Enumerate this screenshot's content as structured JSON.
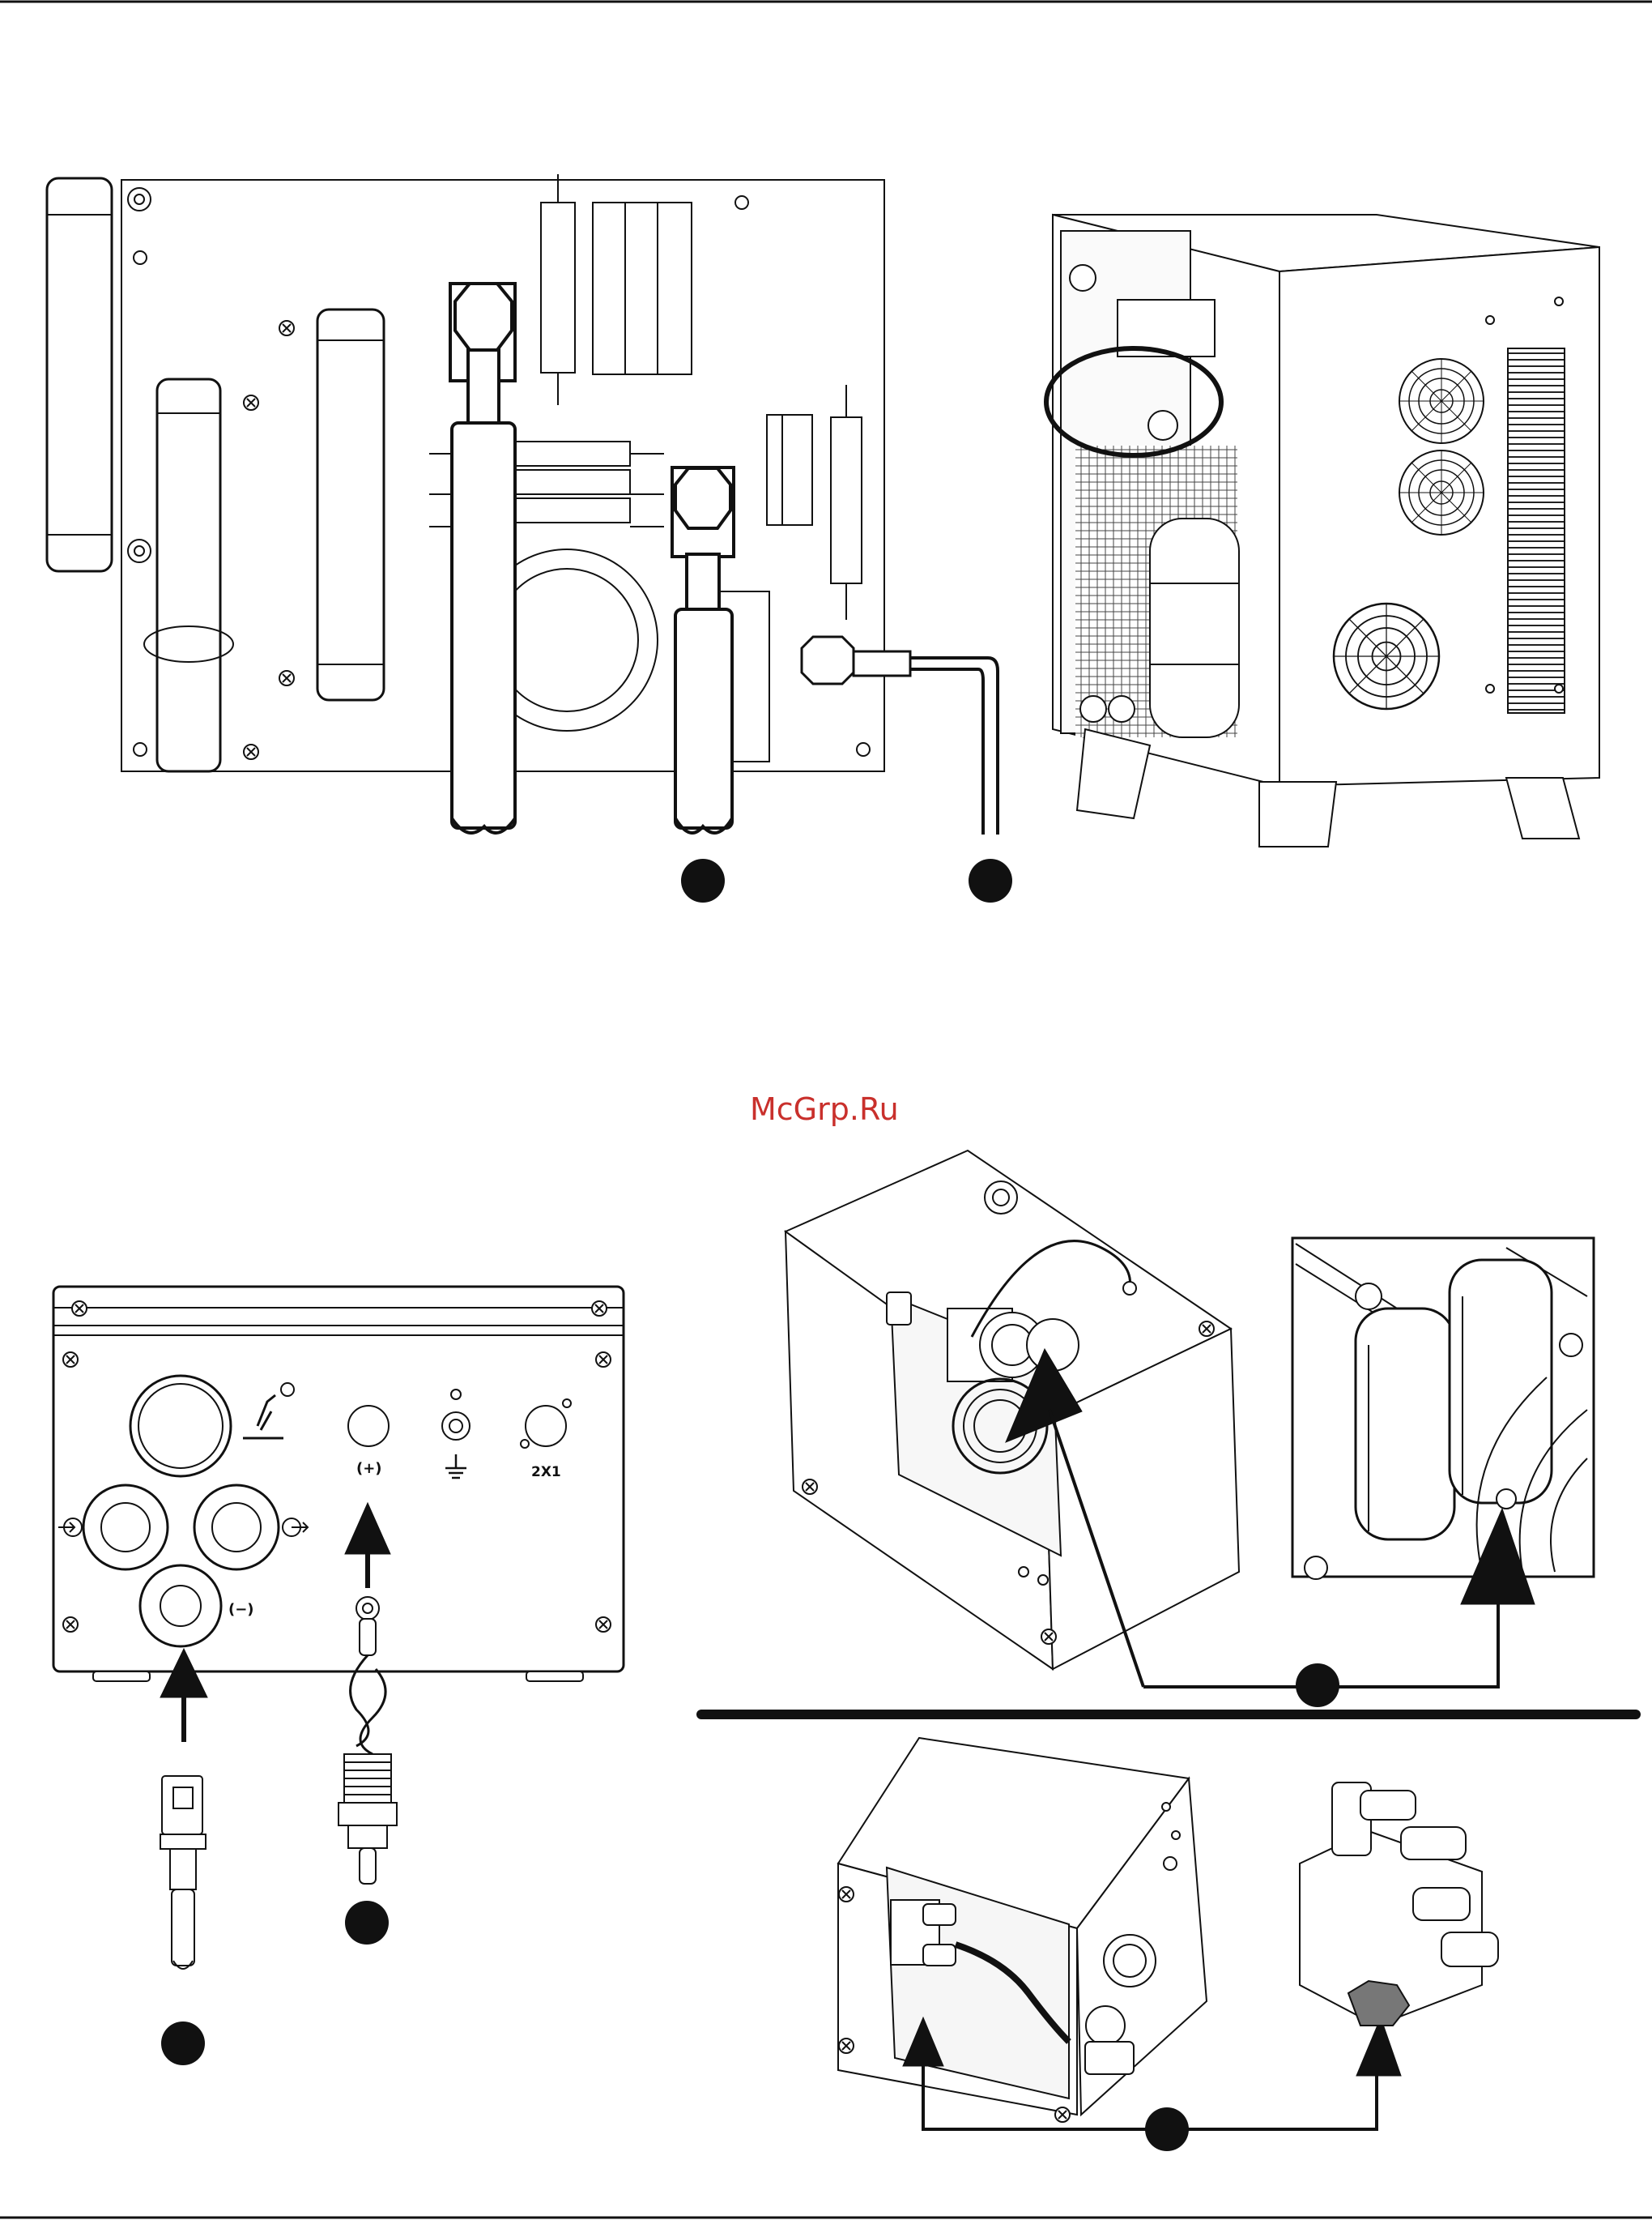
{
  "watermark": "McGrp.Ru",
  "panel_labels": {
    "positive": "(+)",
    "negative": "(−)",
    "connector": "2X1"
  },
  "colors": {
    "line": "#111111",
    "watermark": "#c9302c",
    "fill_light": "#f4f4f4"
  },
  "icons": [
    "torch-icon",
    "ground-icon",
    "arrow-icon",
    "callout-dot",
    "fan-icon",
    "screw-icon"
  ]
}
